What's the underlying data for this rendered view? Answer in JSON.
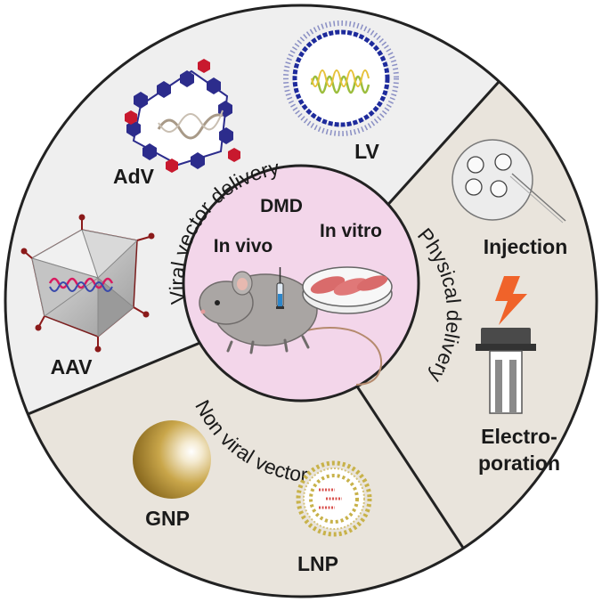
{
  "center": {
    "disease": "DMD",
    "in_vivo": "In vivo",
    "in_vitro": "In vitro"
  },
  "sectors": {
    "viral": {
      "label": "Viral vector delivery",
      "items": [
        "AdV",
        "LV",
        "AAV"
      ]
    },
    "physical": {
      "label": "Physical delivery",
      "items": [
        "Injection",
        "Electro-",
        "poration"
      ]
    },
    "nonviral": {
      "label": "Non viral vector",
      "items": [
        "GNP",
        "LNP"
      ]
    }
  },
  "colors": {
    "viral_bg": "#efefef",
    "physical_bg": "#e9e4dc",
    "nonviral_bg": "#e9e4dc",
    "center_bg": "#f3d6ea",
    "adv_hex_blue": "#2c2c8c",
    "adv_hex_red": "#c8192e",
    "lv_blue": "#1e2b9c",
    "bolt": "#f0632a"
  }
}
